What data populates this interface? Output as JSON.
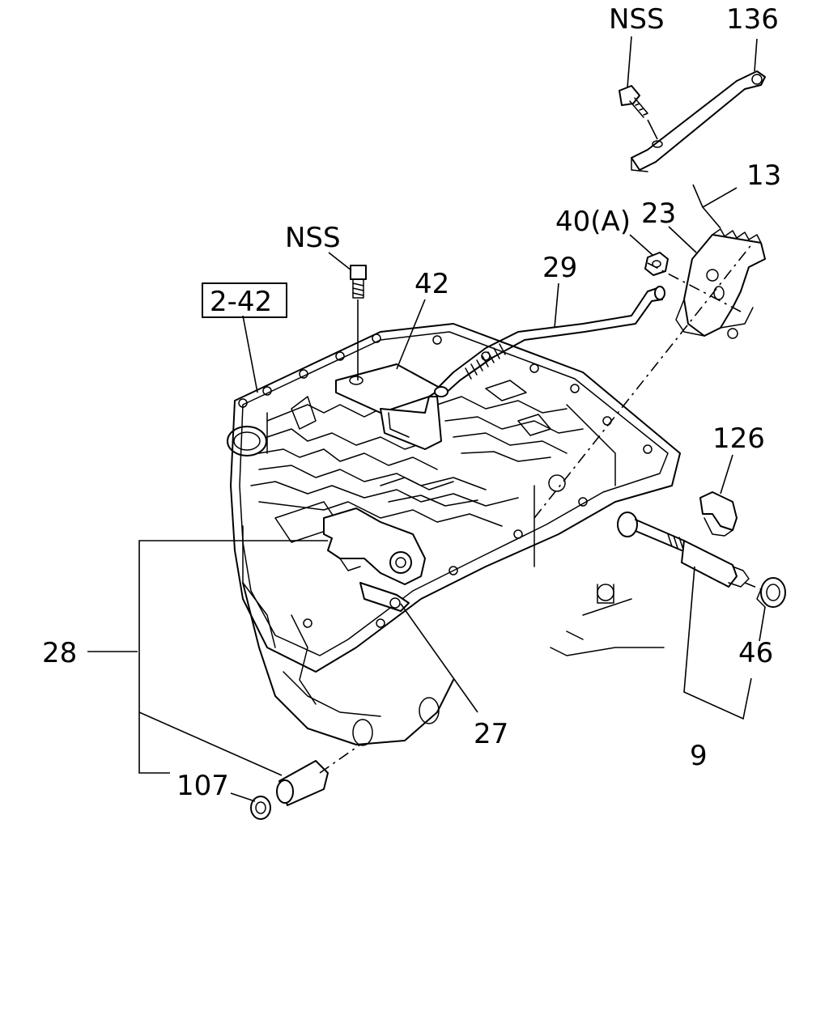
{
  "callouts": {
    "nss_top": "NSS",
    "p136": "136",
    "p13": "13",
    "p23": "23",
    "p40a": "40(A)",
    "nss_mid": "NSS",
    "p42": "42",
    "p29": "29",
    "ref_box": "2-42",
    "p126": "126",
    "p28": "28",
    "p46": "46",
    "p27": "27",
    "p9": "9",
    "p107": "107"
  },
  "colors": {
    "line": "#000000",
    "background": "#ffffff"
  }
}
